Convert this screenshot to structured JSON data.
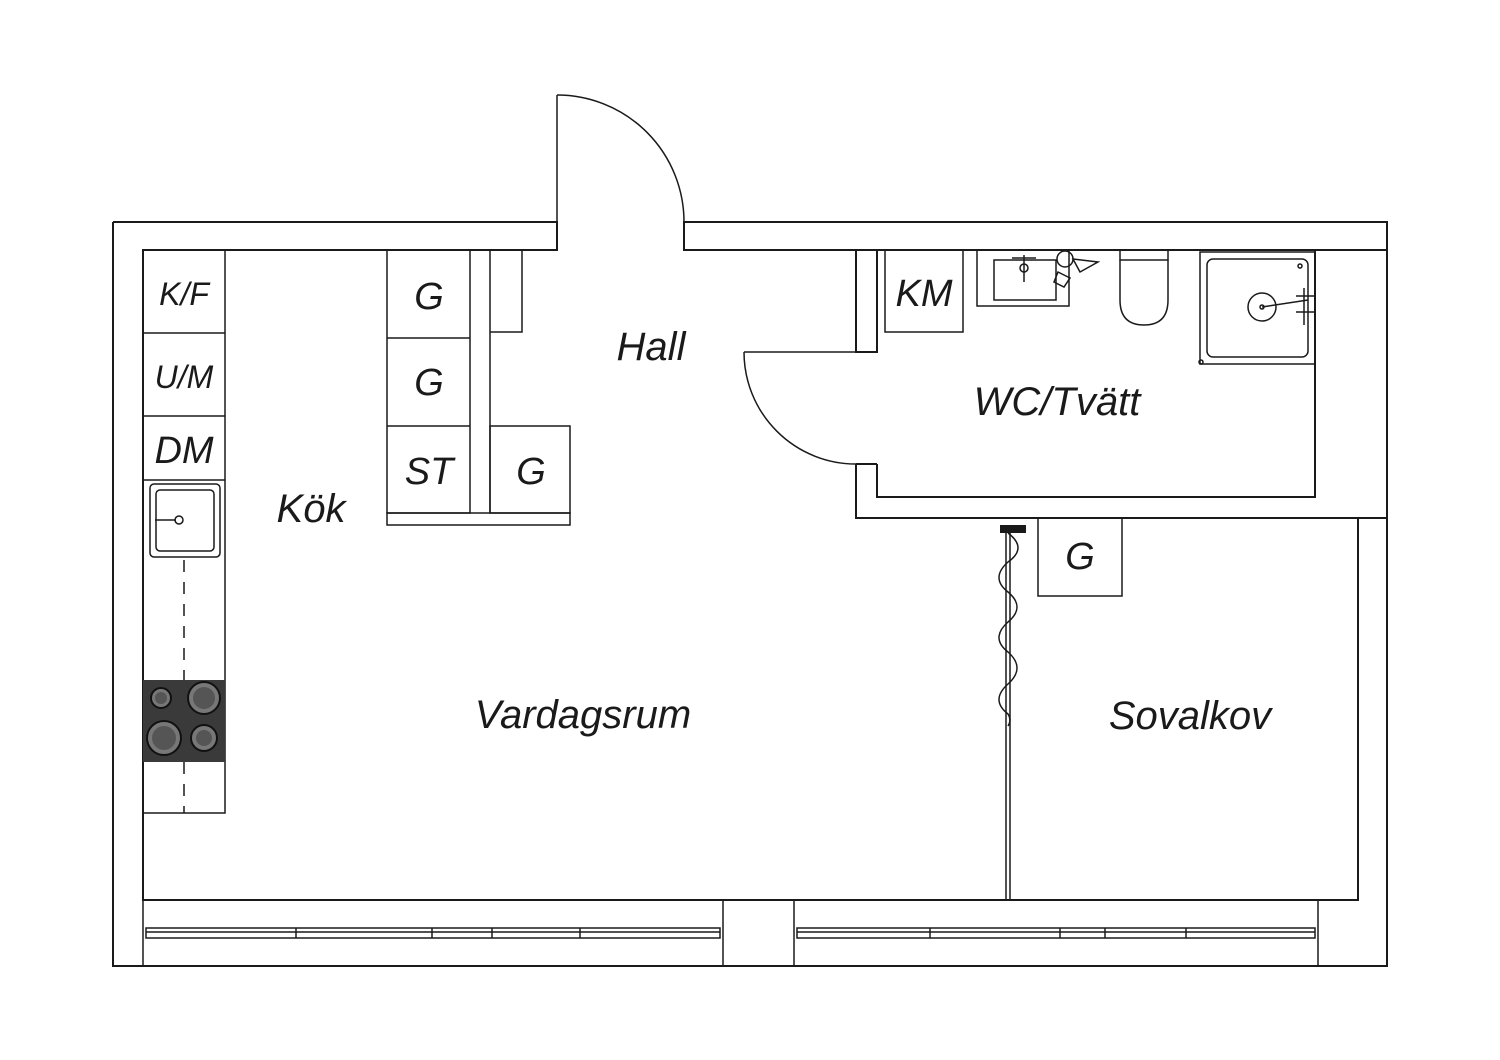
{
  "rooms": {
    "kitchen": "Kök",
    "hall": "Hall",
    "wc": "WC/Tvätt",
    "living": "Vardagsrum",
    "alcove": "Sovalkov"
  },
  "fixtures": {
    "fridge_freezer": "K/F",
    "oven_micro": "U/M",
    "dishwasher": "DM",
    "wardrobe_1": "G",
    "wardrobe_2": "G",
    "wardrobe_3": "G",
    "wardrobe_4": "G",
    "cleaning_closet": "ST",
    "washing_machine": "KM"
  },
  "colors": {
    "line": "#1a1a1a",
    "stove": "#3a3a3a",
    "background": "#ffffff"
  },
  "icons": [
    "door-swing-icon",
    "sink-icon",
    "stove-icon",
    "toilet-icon",
    "shower-icon",
    "curtain-icon",
    "window-icon"
  ]
}
